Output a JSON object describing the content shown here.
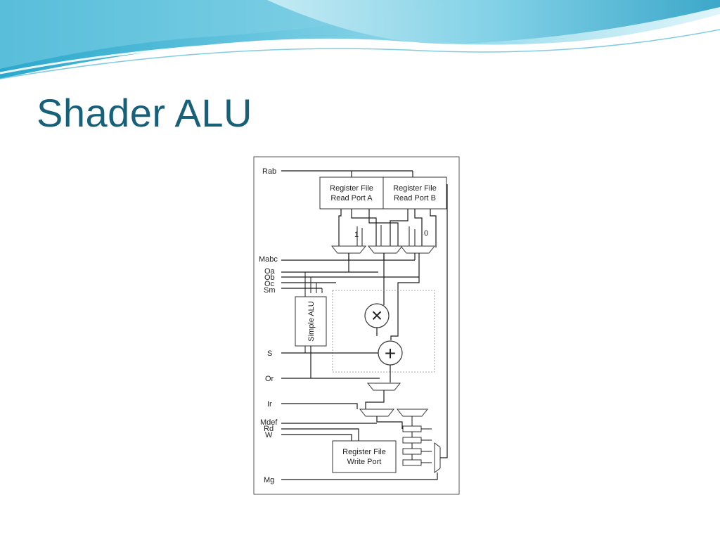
{
  "slide": {
    "title": "Shader ALU",
    "colors": {
      "title": "#17607a",
      "wave_dark": "#2a9fc4",
      "wave_light": "#8fd8ea",
      "wave_pale": "#cdeef6"
    }
  },
  "diagram": {
    "signals": {
      "rab": "Rab",
      "mabc": "Mabc",
      "oa": "Oa",
      "ob": "Ob",
      "oc": "Oc",
      "sm": "Sm",
      "s": "S",
      "or": "Or",
      "ir": "Ir",
      "mdef": "Mdef",
      "rd": "Rd",
      "w": "W",
      "mg": "Mg"
    },
    "blocks": {
      "read_port_a": {
        "line1": "Register File",
        "line2": "Read Port A"
      },
      "read_port_b": {
        "line1": "Register File",
        "line2": "Read Port B"
      },
      "write_port": {
        "line1": "Register File",
        "line2": "Write Port"
      },
      "simple_alu": "Simple ALU"
    },
    "constants": {
      "one": "1",
      "zero": "0"
    },
    "operators": {
      "multiply": "×",
      "add": "+"
    }
  }
}
